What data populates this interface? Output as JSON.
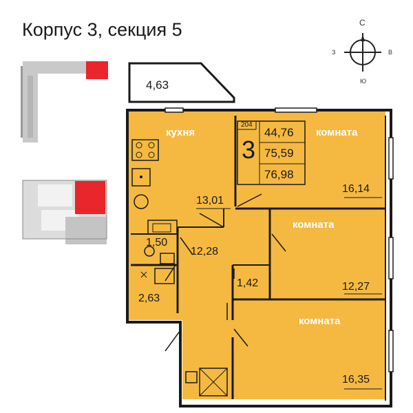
{
  "header": {
    "title": "Корпус 3, секция 5"
  },
  "compass": {
    "n": "С",
    "s": "Ю",
    "w": "З",
    "e": "В"
  },
  "balcony": {
    "area": "4,63"
  },
  "apartment": {
    "number": "204",
    "rooms": "3",
    "living_area": "44,76",
    "total_area": "75,59",
    "total_with_balcony": "76,98"
  },
  "rooms": {
    "kitchen": {
      "name": "кухня",
      "area": "13,01"
    },
    "room1": {
      "name": "комната",
      "area": "16,14"
    },
    "room2": {
      "name": "комната",
      "area": "12,27"
    },
    "room3": {
      "name": "комната",
      "area": "16,35"
    },
    "hall": {
      "area": "12,28"
    },
    "wc": {
      "area": "1,50"
    },
    "bath": {
      "area": "2,63"
    },
    "closet": {
      "area": "1,42"
    }
  },
  "colors": {
    "room_fill": "#f5b941",
    "highlight": "#e8262b",
    "wall": "#1a1a1a",
    "building": "#c9c9c9"
  }
}
